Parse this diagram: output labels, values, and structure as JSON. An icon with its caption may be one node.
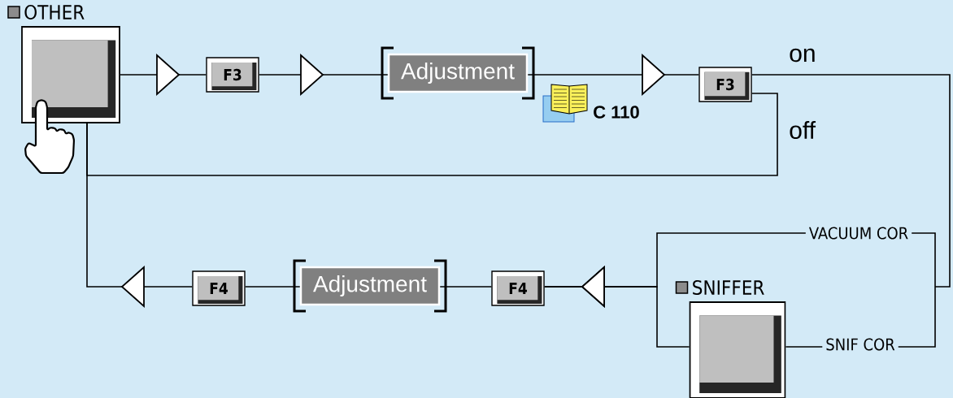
{
  "diagram": {
    "nodes": [
      {
        "text": [
          "OTHER"
        ]
      },
      {
        "text": [
          "F3"
        ]
      },
      {
        "text": [
          "Adjustment"
        ]
      },
      {
        "text": [
          "F3"
        ]
      },
      {
        "text": [
          "F4"
        ]
      },
      {
        "text": [
          "Adjustment"
        ]
      },
      {
        "text": [
          "F4"
        ]
      },
      {
        "text": [
          "SNIFFER"
        ]
      }
    ],
    "edges": [
      {
        "from": 0,
        "to": 1,
        "arrow": "to"
      },
      {
        "from": 1,
        "to": 2,
        "arrow": "to"
      },
      {
        "from": 2,
        "to": 3,
        "arrow": "to"
      },
      {
        "from": 3,
        "to": 4,
        "arrow": "to",
        "label": "VACUUM COR"
      },
      {
        "from": 3,
        "to": 7,
        "arrow": "none",
        "label": "SNIF COR"
      },
      {
        "from": 7,
        "to": 4,
        "arrow": "to"
      },
      {
        "from": 3,
        "to": 0,
        "arrow": "none"
      },
      {
        "from": 4,
        "to": 5,
        "arrow": "none"
      },
      {
        "from": 5,
        "to": 6,
        "arrow": "none"
      },
      {
        "from": 6,
        "to": 0,
        "arrow": "to"
      }
    ],
    "labels": [
      "on",
      "off",
      "C 110"
    ]
  }
}
